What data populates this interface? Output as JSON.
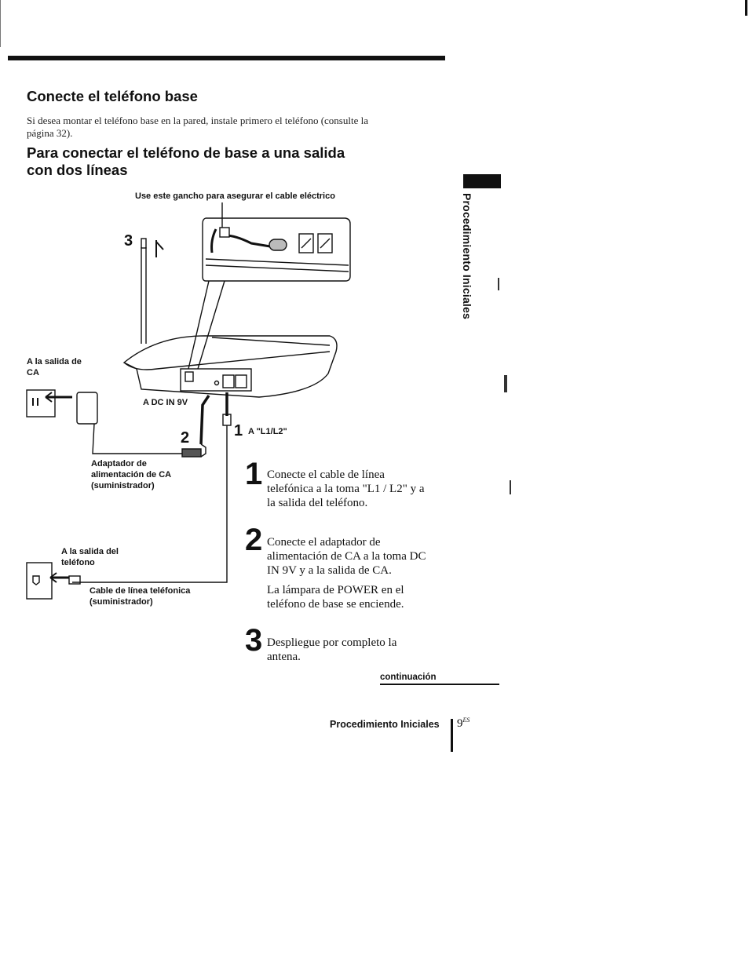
{
  "section": {
    "title": "Conecte el teléfono base",
    "intro": "Si desea montar el teléfono base en la pared, instale primero el teléfono (consulte la página 32)."
  },
  "subsection": {
    "title": "Para conectar el teléfono de base a una salida con dos líneas"
  },
  "side_tab": {
    "text": "Procedimiento Iniciales"
  },
  "diagram": {
    "hook_label": "Use este gancho para asegurar el cable eléctrico",
    "callout_3": "3",
    "callout_2": "2",
    "callout_1": "1",
    "ac_outlet_label": "A la salida de CA",
    "dc_in_label": "A DC IN 9V",
    "l1l2_label": "A \"L1/L2\"",
    "adapter_label": "Adaptador de alimentación de CA (suministrador)",
    "phone_outlet_label": "A la salida del teléfono",
    "cable_label": "Cable de línea teléfonica (suministrador)"
  },
  "steps": [
    {
      "number": "1",
      "text": "Conecte el cable de línea telefónica a la toma \"L1 / L2\" y a la salida del teléfono.",
      "note": ""
    },
    {
      "number": "2",
      "text": "Conecte el adaptador de alimentación de CA a la toma DC IN 9V y a la salida de CA.",
      "note": "La lámpara de POWER en el teléfono de base se enciende."
    },
    {
      "number": "3",
      "text": "Despliegue por completo la antena.",
      "note": ""
    }
  ],
  "continuation": "continuación",
  "footer": {
    "section_name": "Procedimiento Iniciales",
    "page_number": "9",
    "page_suffix": "ES"
  }
}
